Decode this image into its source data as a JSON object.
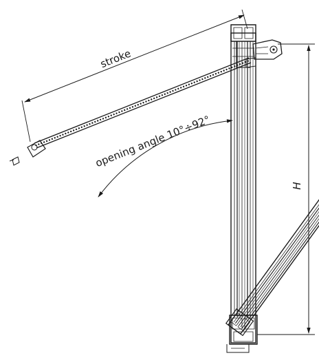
{
  "labels": {
    "stroke": "stroke",
    "opening_angle": "opening angle 10°÷92°",
    "height": "H"
  }
}
